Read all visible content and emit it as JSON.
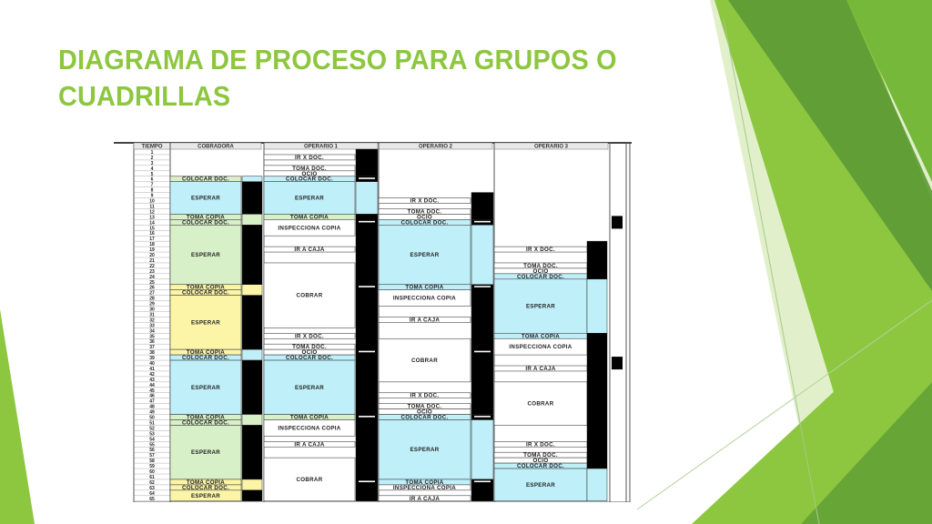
{
  "slide": {
    "title": "DIAGRAMA DE PROCESO PARA GRUPOS O CUADRILLAS"
  },
  "colors": {
    "title": "#8dc63f",
    "cyan": "#bff0fa",
    "green": "#d8f0c8",
    "yellow": "#fcf5a8",
    "black": "#000000",
    "accent_light": "#c9e3a1",
    "accent_mid": "#8dc63f",
    "accent_dark": "#5c9a35"
  },
  "diagram": {
    "rows": 65,
    "headers": [
      "TIEMPO",
      "COBRADORA",
      "OPERARIO 1",
      "OPERARIO 2",
      "OPERARIO 3"
    ],
    "columns": [
      {
        "name": "cobradora",
        "blocks": [
          {
            "r1": 6,
            "r2": 6,
            "text": "COLOCAR DOC.",
            "fill": "#d8f0c8"
          },
          {
            "r1": 7,
            "r2": 12,
            "text": "ESPERAR",
            "fill": "#bff0fa"
          },
          {
            "r1": 13,
            "r2": 13,
            "text": "TOMA COPIA",
            "fill": "#d8f0c8"
          },
          {
            "r1": 14,
            "r2": 14,
            "text": "COLOCAR DOC.",
            "fill": "#d8f0c8"
          },
          {
            "r1": 15,
            "r2": 25,
            "text": "ESPERAR",
            "fill": "#d8f0c8"
          },
          {
            "r1": 26,
            "r2": 26,
            "text": "TOMA COPIA",
            "fill": "#fcf5a8"
          },
          {
            "r1": 27,
            "r2": 27,
            "text": "COLOCAR DOC.",
            "fill": "#fcf5a8"
          },
          {
            "r1": 28,
            "r2": 37,
            "text": "ESPERAR",
            "fill": "#fcf5a8"
          },
          {
            "r1": 38,
            "r2": 38,
            "text": "TOMA COPIA",
            "fill": "#fcf5a8"
          },
          {
            "r1": 39,
            "r2": 39,
            "text": "COLOCAR DOC.",
            "fill": "#bff0fa"
          },
          {
            "r1": 40,
            "r2": 49,
            "text": "ESPERAR",
            "fill": "#bff0fa"
          },
          {
            "r1": 50,
            "r2": 50,
            "text": "TOMA COPIA",
            "fill": "#d8f0c8"
          },
          {
            "r1": 51,
            "r2": 51,
            "text": "COLOCAR DOC.",
            "fill": "#d8f0c8"
          },
          {
            "r1": 52,
            "r2": 61,
            "text": "ESPERAR",
            "fill": "#d8f0c8"
          },
          {
            "r1": 62,
            "r2": 62,
            "text": "TOMA COPIA",
            "fill": "#fcf5a8"
          },
          {
            "r1": 63,
            "r2": 63,
            "text": "COLOCAR DOC.",
            "fill": "#fcf5a8"
          },
          {
            "r1": 64,
            "r2": 65,
            "text": "ESPERAR",
            "fill": "#fcf5a8"
          }
        ]
      },
      {
        "name": "operario-1",
        "blocks": [
          {
            "r1": 2,
            "r2": 2,
            "text": "IR X DOC.",
            "fill": "#ffffff"
          },
          {
            "r1": 4,
            "r2": 4,
            "text": "TOMA DOC.",
            "fill": "#ffffff"
          },
          {
            "r1": 5,
            "r2": 5,
            "text": "OCIO",
            "fill": "#ffffff"
          },
          {
            "r1": 6,
            "r2": 6,
            "text": "COLOCAR DOC.",
            "fill": "#bff0fa"
          },
          {
            "r1": 7,
            "r2": 12,
            "text": "ESPERAR",
            "fill": "#bff0fa"
          },
          {
            "r1": 13,
            "r2": 13,
            "text": "TOMA COPIA",
            "fill": "#d8f0c8"
          },
          {
            "r1": 14,
            "r2": 16,
            "text": "INSPECCIONA COPIA",
            "fill": "#ffffff"
          },
          {
            "r1": 19,
            "r2": 19,
            "text": "IR A CAJA",
            "fill": "#ffffff"
          },
          {
            "r1": 22,
            "r2": 33,
            "text": "COBRAR",
            "fill": "#ffffff"
          },
          {
            "r1": 35,
            "r2": 35,
            "text": "IR X DOC.",
            "fill": "#ffffff"
          },
          {
            "r1": 37,
            "r2": 37,
            "text": "TOMA DOC.",
            "fill": "#ffffff"
          },
          {
            "r1": 38,
            "r2": 38,
            "text": "OCIO",
            "fill": "#ffffff"
          },
          {
            "r1": 39,
            "r2": 39,
            "text": "COLOCAR DOC.",
            "fill": "#bff0fa"
          },
          {
            "r1": 40,
            "r2": 49,
            "text": "ESPERAR",
            "fill": "#bff0fa"
          },
          {
            "r1": 50,
            "r2": 50,
            "text": "TOMA COPIA",
            "fill": "#d8f0c8"
          },
          {
            "r1": 51,
            "r2": 53,
            "text": "INSPECCIONA COPIA",
            "fill": "#ffffff"
          },
          {
            "r1": 55,
            "r2": 55,
            "text": "IR A CAJA",
            "fill": "#ffffff"
          },
          {
            "r1": 58,
            "r2": 65,
            "text": "COBRAR",
            "fill": "#ffffff"
          }
        ]
      },
      {
        "name": "operario-2",
        "blocks": [
          {
            "r1": 10,
            "r2": 10,
            "text": "IR X DOC.",
            "fill": "#ffffff"
          },
          {
            "r1": 12,
            "r2": 12,
            "text": "TOMA DOC.",
            "fill": "#ffffff"
          },
          {
            "r1": 13,
            "r2": 13,
            "text": "OCIO",
            "fill": "#ffffff"
          },
          {
            "r1": 14,
            "r2": 14,
            "text": "COLOCAR DOC.",
            "fill": "#bff0fa"
          },
          {
            "r1": 15,
            "r2": 25,
            "text": "ESPERAR",
            "fill": "#bff0fa"
          },
          {
            "r1": 26,
            "r2": 26,
            "text": "TOMA COPIA",
            "fill": "#bff0fa"
          },
          {
            "r1": 27,
            "r2": 29,
            "text": "INSPECCIONA COPIA",
            "fill": "#ffffff"
          },
          {
            "r1": 32,
            "r2": 32,
            "text": "IR A CAJA",
            "fill": "#ffffff"
          },
          {
            "r1": 36,
            "r2": 43,
            "text": "COBRAR",
            "fill": "#ffffff"
          },
          {
            "r1": 46,
            "r2": 46,
            "text": "IR X DOC.",
            "fill": "#ffffff"
          },
          {
            "r1": 48,
            "r2": 48,
            "text": "TOMA DOC.",
            "fill": "#ffffff"
          },
          {
            "r1": 49,
            "r2": 49,
            "text": "OCIO",
            "fill": "#ffffff"
          },
          {
            "r1": 50,
            "r2": 50,
            "text": "COLOCAR DOC.",
            "fill": "#bff0fa"
          },
          {
            "r1": 51,
            "r2": 61,
            "text": "ESPERAR",
            "fill": "#bff0fa"
          },
          {
            "r1": 62,
            "r2": 62,
            "text": "TOMA COPIA",
            "fill": "#bff0fa"
          },
          {
            "r1": 63,
            "r2": 63,
            "text": "INSPECCIONA COPIA",
            "fill": "#ffffff"
          },
          {
            "r1": 65,
            "r2": 65,
            "text": "IR A CAJA",
            "fill": "#ffffff"
          }
        ]
      },
      {
        "name": "operario-3",
        "blocks": [
          {
            "r1": 19,
            "r2": 19,
            "text": "IR X DOC.",
            "fill": "#ffffff"
          },
          {
            "r1": 22,
            "r2": 22,
            "text": "TOMA DOC.",
            "fill": "#ffffff"
          },
          {
            "r1": 23,
            "r2": 23,
            "text": "OCIO",
            "fill": "#ffffff"
          },
          {
            "r1": 24,
            "r2": 24,
            "text": "COLOCAR DOC.",
            "fill": "#bff0fa"
          },
          {
            "r1": 25,
            "r2": 34,
            "text": "ESPERAR",
            "fill": "#bff0fa"
          },
          {
            "r1": 35,
            "r2": 35,
            "text": "TOMA COPIA",
            "fill": "#bff0fa"
          },
          {
            "r1": 36,
            "r2": 38,
            "text": "INSPECCIONA COPIA",
            "fill": "#ffffff"
          },
          {
            "r1": 41,
            "r2": 41,
            "text": "IR A CAJA",
            "fill": "#ffffff"
          },
          {
            "r1": 44,
            "r2": 51,
            "text": "COBRAR",
            "fill": "#ffffff"
          },
          {
            "r1": 55,
            "r2": 55,
            "text": "IR X DOC.",
            "fill": "#ffffff"
          },
          {
            "r1": 57,
            "r2": 57,
            "text": "TOMA DOC.",
            "fill": "#ffffff"
          },
          {
            "r1": 58,
            "r2": 58,
            "text": "OCIO",
            "fill": "#ffffff"
          },
          {
            "r1": 59,
            "r2": 59,
            "text": "COLOCAR DOC.",
            "fill": "#bff0fa"
          },
          {
            "r1": 60,
            "r2": 65,
            "text": "ESPERAR",
            "fill": "#bff0fa"
          }
        ]
      }
    ],
    "bars": [
      {
        "name": "cobradora-bar",
        "segments": [
          {
            "r1": 6,
            "r2": 6,
            "fill": "#bff0fa"
          },
          {
            "r1": 7,
            "r2": 12,
            "fill": "#000000"
          },
          {
            "r1": 13,
            "r2": 14,
            "fill": "#d8f0c8"
          },
          {
            "r1": 15,
            "r2": 25,
            "fill": "#000000"
          },
          {
            "r1": 26,
            "r2": 27,
            "fill": "#fcf5a8"
          },
          {
            "r1": 28,
            "r2": 37,
            "fill": "#000000"
          },
          {
            "r1": 38,
            "r2": 39,
            "fill": "#bff0fa"
          },
          {
            "r1": 40,
            "r2": 49,
            "fill": "#000000"
          },
          {
            "r1": 50,
            "r2": 51,
            "fill": "#d8f0c8"
          },
          {
            "r1": 52,
            "r2": 61,
            "fill": "#000000"
          },
          {
            "r1": 62,
            "r2": 63,
            "fill": "#fcf5a8"
          },
          {
            "r1": 64,
            "r2": 65,
            "fill": "#000000"
          }
        ]
      },
      {
        "name": "operario-1-bar",
        "segments": [
          {
            "r1": 1,
            "r2": 5,
            "fill": "#000000"
          },
          {
            "r1": 6,
            "r2": 6,
            "fill": "#000000"
          },
          {
            "r1": 7,
            "r2": 12,
            "fill": "#bff0fa"
          },
          {
            "r1": 13,
            "r2": 65,
            "fill": "#000000"
          }
        ]
      },
      {
        "name": "operario-2-bar",
        "segments": [
          {
            "r1": 9,
            "r2": 13,
            "fill": "#000000"
          },
          {
            "r1": 14,
            "r2": 14,
            "fill": "#000000"
          },
          {
            "r1": 15,
            "r2": 25,
            "fill": "#bff0fa"
          },
          {
            "r1": 26,
            "r2": 49,
            "fill": "#000000"
          },
          {
            "r1": 50,
            "r2": 50,
            "fill": "#000000"
          },
          {
            "r1": 51,
            "r2": 61,
            "fill": "#bff0fa"
          },
          {
            "r1": 62,
            "r2": 65,
            "fill": "#000000"
          }
        ]
      },
      {
        "name": "operario-3-bar",
        "segments": [
          {
            "r1": 18,
            "r2": 24,
            "fill": "#000000"
          },
          {
            "r1": 25,
            "r2": 34,
            "fill": "#bff0fa"
          },
          {
            "r1": 35,
            "r2": 59,
            "fill": "#000000"
          },
          {
            "r1": 60,
            "r2": 65,
            "fill": "#bff0fa"
          }
        ]
      }
    ],
    "tick_rows": [
      6,
      14,
      26,
      38,
      50,
      62
    ],
    "right_marks": [
      13,
      39
    ]
  }
}
